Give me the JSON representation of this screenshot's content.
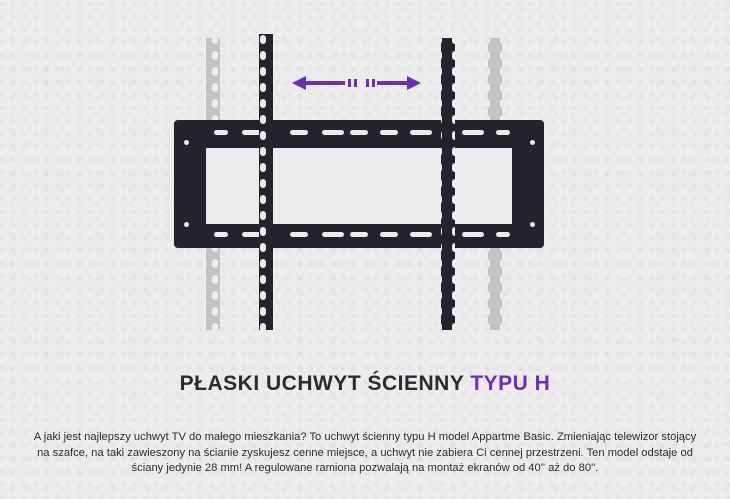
{
  "colors": {
    "accent": "#6a2fb5",
    "bracket": "#22232d",
    "ghost": "#c4c4c4"
  },
  "illustration": {
    "image": "flat-tv-wall-mount-bracket",
    "arrow_icon": "double-arrow-icon"
  },
  "headline": {
    "main": "PŁASKI UCHWYT ŚCIENNY ",
    "accent": "TYPU H"
  },
  "description": {
    "text": "A jaki jest najlepszy uchwyt TV do małego mieszkania? To uchwyt ścienny typu H model Appartme Basic. Zmieniając telewizor stojący na szafce, na taki zawieszony na ścianie zyskujesz cenne miejsce, a uchwyt nie zabiera Ci cennej przestrzeni. Ten model odstaje od ściany jedynie 28 mm! A regulowane ramiona pozwalają na montaż ekranów od 40'' aż do 80''."
  }
}
